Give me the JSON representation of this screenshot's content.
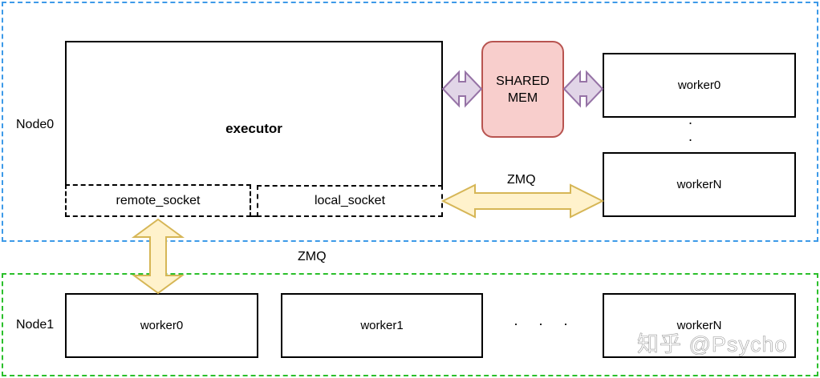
{
  "nodes": {
    "node0": {
      "label": "Node0",
      "color": "#3d9ae8"
    },
    "node1": {
      "label": "Node1",
      "color": "#2bbf2b"
    }
  },
  "executor": {
    "label": "executor",
    "remote_socket": "remote_socket",
    "local_socket": "local_socket"
  },
  "shared_mem": {
    "line1": "SHARED",
    "line2": "MEM",
    "fill": "#f8cecc",
    "stroke": "#b85450"
  },
  "node0_workers": {
    "first": "worker0",
    "last": "workerN",
    "ellipsis_top": ".",
    "ellipsis_bottom": "."
  },
  "node1_workers": {
    "w0": "worker0",
    "w1": "worker1",
    "ellipsis": "· · ·",
    "wN": "workerN"
  },
  "links": {
    "local_zmq": "ZMQ",
    "remote_zmq": "ZMQ",
    "zmq_arrow_fill": "#fff2cc",
    "zmq_arrow_stroke": "#d6b656",
    "mem_arrow_fill": "#e1d5e7",
    "mem_arrow_stroke": "#9673a6"
  },
  "watermark": "知乎 @Psycho"
}
